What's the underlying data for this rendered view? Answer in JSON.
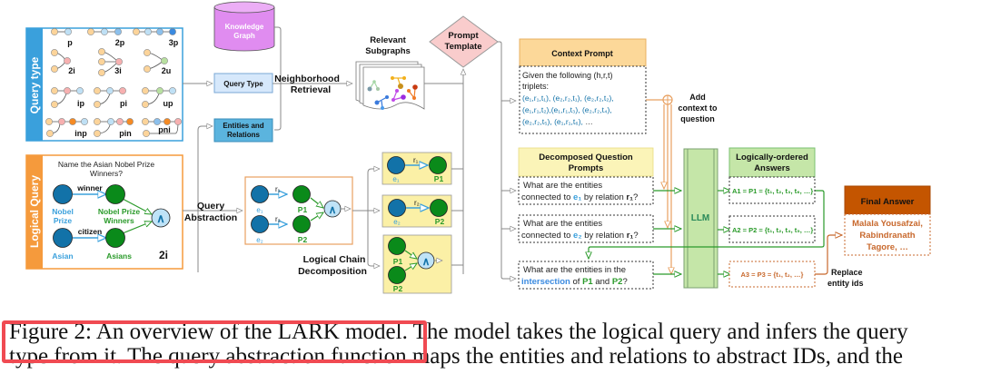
{
  "figure": {
    "query_type_panel": {
      "label": "Query type",
      "types": [
        "p",
        "2p",
        "3p",
        "2i",
        "3i",
        "2u",
        "ip",
        "pi",
        "up",
        "inp",
        "pin",
        "pni"
      ]
    },
    "logical_query_panel": {
      "label": "Logical Query",
      "question_line1": "Name the Asian Nobel Prize",
      "question_line2": "Winners?",
      "entities": [
        "Nobel",
        "Prize",
        "Asian"
      ],
      "relations": [
        "winner",
        "citizen"
      ],
      "targets_line1": "Nobel Prize",
      "targets_line2": "Winners",
      "target2": "Asians",
      "and_symbol": "∧",
      "type_tag": "2i"
    },
    "knowledge_graph": {
      "line1": "Knowledge",
      "line2": "Graph"
    },
    "query_type_box": "Query Type",
    "entities_box": {
      "line1": "Entities and",
      "line2": "Relations"
    },
    "neighborhood_retrieval": {
      "line1": "Neighborhood",
      "line2": "Retrieval"
    },
    "relevant_subgraphs": {
      "line1": "Relevant",
      "line2": "Subgraphs"
    },
    "prompt_template": {
      "line1": "Prompt",
      "line2": "Template"
    },
    "query_abstraction": {
      "line1": "Query",
      "line2": "Abstraction",
      "e1": "e₁",
      "e2": "e₂",
      "r1": "r₁",
      "r2": "r₂",
      "p1": "P1",
      "p2": "P2",
      "and_symbol": "∧"
    },
    "logical_chain": {
      "line1": "Logical Chain",
      "line2": "Decomposition"
    },
    "context_prompt": {
      "title": "Context Prompt",
      "line1": "Given the following (h,r,t)",
      "line2": "triplets:",
      "triplets_line1": [
        "(e₁,r₁,t₁)",
        "(e₂,r₂,t₁)",
        "(e₂,r₂,t₂)"
      ],
      "triplets_line2": [
        "(e₁,r₁,t₂)",
        "(e₁,r₁,t₃)",
        "(e₂,r₂,t₄)"
      ],
      "triplets_line3": [
        "(e₂,r₂,t₅)",
        "(e₁,r₁,t₆)",
        "…"
      ]
    },
    "add_context": {
      "line1": "Add",
      "line2": "context to",
      "line3": "question"
    },
    "decomposed_prompts": {
      "title_line1": "Decomposed Question",
      "title_line2": "Prompts",
      "q1_line1": "What are the entities",
      "q1_pre": "connected to ",
      "q1_entity": "e₁",
      "q1_mid": " by relation ",
      "q1_rel": "r₁",
      "q1_end": "?",
      "q2_line1": "What are the entities",
      "q2_pre": "connected to ",
      "q2_entity": "e₂",
      "q2_mid": " by relation ",
      "q2_rel": "r₁",
      "q2_end": "?",
      "q3_line1": "What are the entities in the",
      "q3_op": "intersection",
      "q3_mid": " of ",
      "q3_p1": "P1",
      "q3_and": " and ",
      "q3_p2": "P2",
      "q3_end": "?"
    },
    "llm": "LLM",
    "answers": {
      "title_line1": "Logically-ordered",
      "title_line2": "Answers",
      "a1": "A1 = P1 = {t₁, t₂, t₃, t₆, …}",
      "a2": "A2 = P2 = {t₁, t₂, t₄, t₅, …}",
      "a3": "A3 = P3 = {t₁, t₂, …}"
    },
    "replace": {
      "line1": "Replace",
      "line2": "entity ids"
    },
    "final_answer": {
      "title": "Final Answer",
      "line1": "Malala Yousafzai,",
      "line2": "Rabindranath",
      "line3": "Tagore, …"
    },
    "colors": {
      "blue_panel": "#3aa0dc",
      "orange_panel": "#f59a3c",
      "entity_blue": "#1272a8",
      "target_green": "#0a8a1a",
      "prompt_yellow": "#fbf0a6",
      "context_header": "#fcd899",
      "llm_green": "#c5e6a8",
      "final_header": "#c45500",
      "kg_purple": "#e08cf0",
      "diamond_pink": "#f9cccc"
    }
  },
  "caption": {
    "line1_highlighted": "Figure 2: An overview of the LARK model.",
    "line1_rest": " The model takes the logical query and infers the query",
    "line2": "type from it. The query abstraction function maps the entities and relations to abstract IDs, and the"
  }
}
